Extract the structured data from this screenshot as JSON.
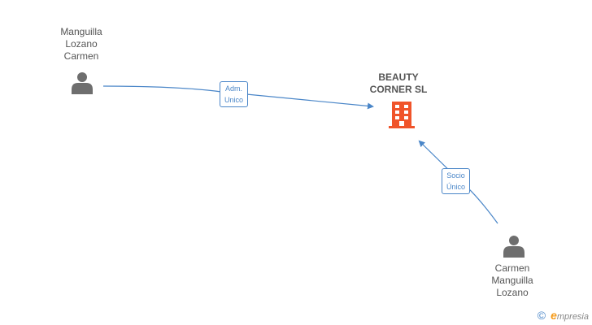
{
  "nodes": {
    "person_top": {
      "name_lines": [
        "Manguilla",
        "Lozano",
        "Carmen"
      ]
    },
    "company": {
      "name_lines": [
        "BEAUTY",
        "CORNER SL"
      ]
    },
    "person_bottom": {
      "name_lines": [
        "Carmen",
        "Manguilla",
        "Lozano"
      ]
    }
  },
  "edges": [
    {
      "label_lines": [
        "Adm.",
        "Unico"
      ]
    },
    {
      "label_lines": [
        "Socio",
        "Único"
      ]
    }
  ],
  "brand": {
    "copyright_symbol": "©",
    "first_letter": "e",
    "rest": "mpresia"
  },
  "colors": {
    "person_icon": "#6e6e6e",
    "company_icon": "#f0542a",
    "edge": "#4a86c8",
    "text": "#555555",
    "brand_accent": "#f59b1a"
  },
  "icons": {
    "person": "person-icon",
    "company": "building-icon",
    "copyright": "copyright-icon"
  }
}
